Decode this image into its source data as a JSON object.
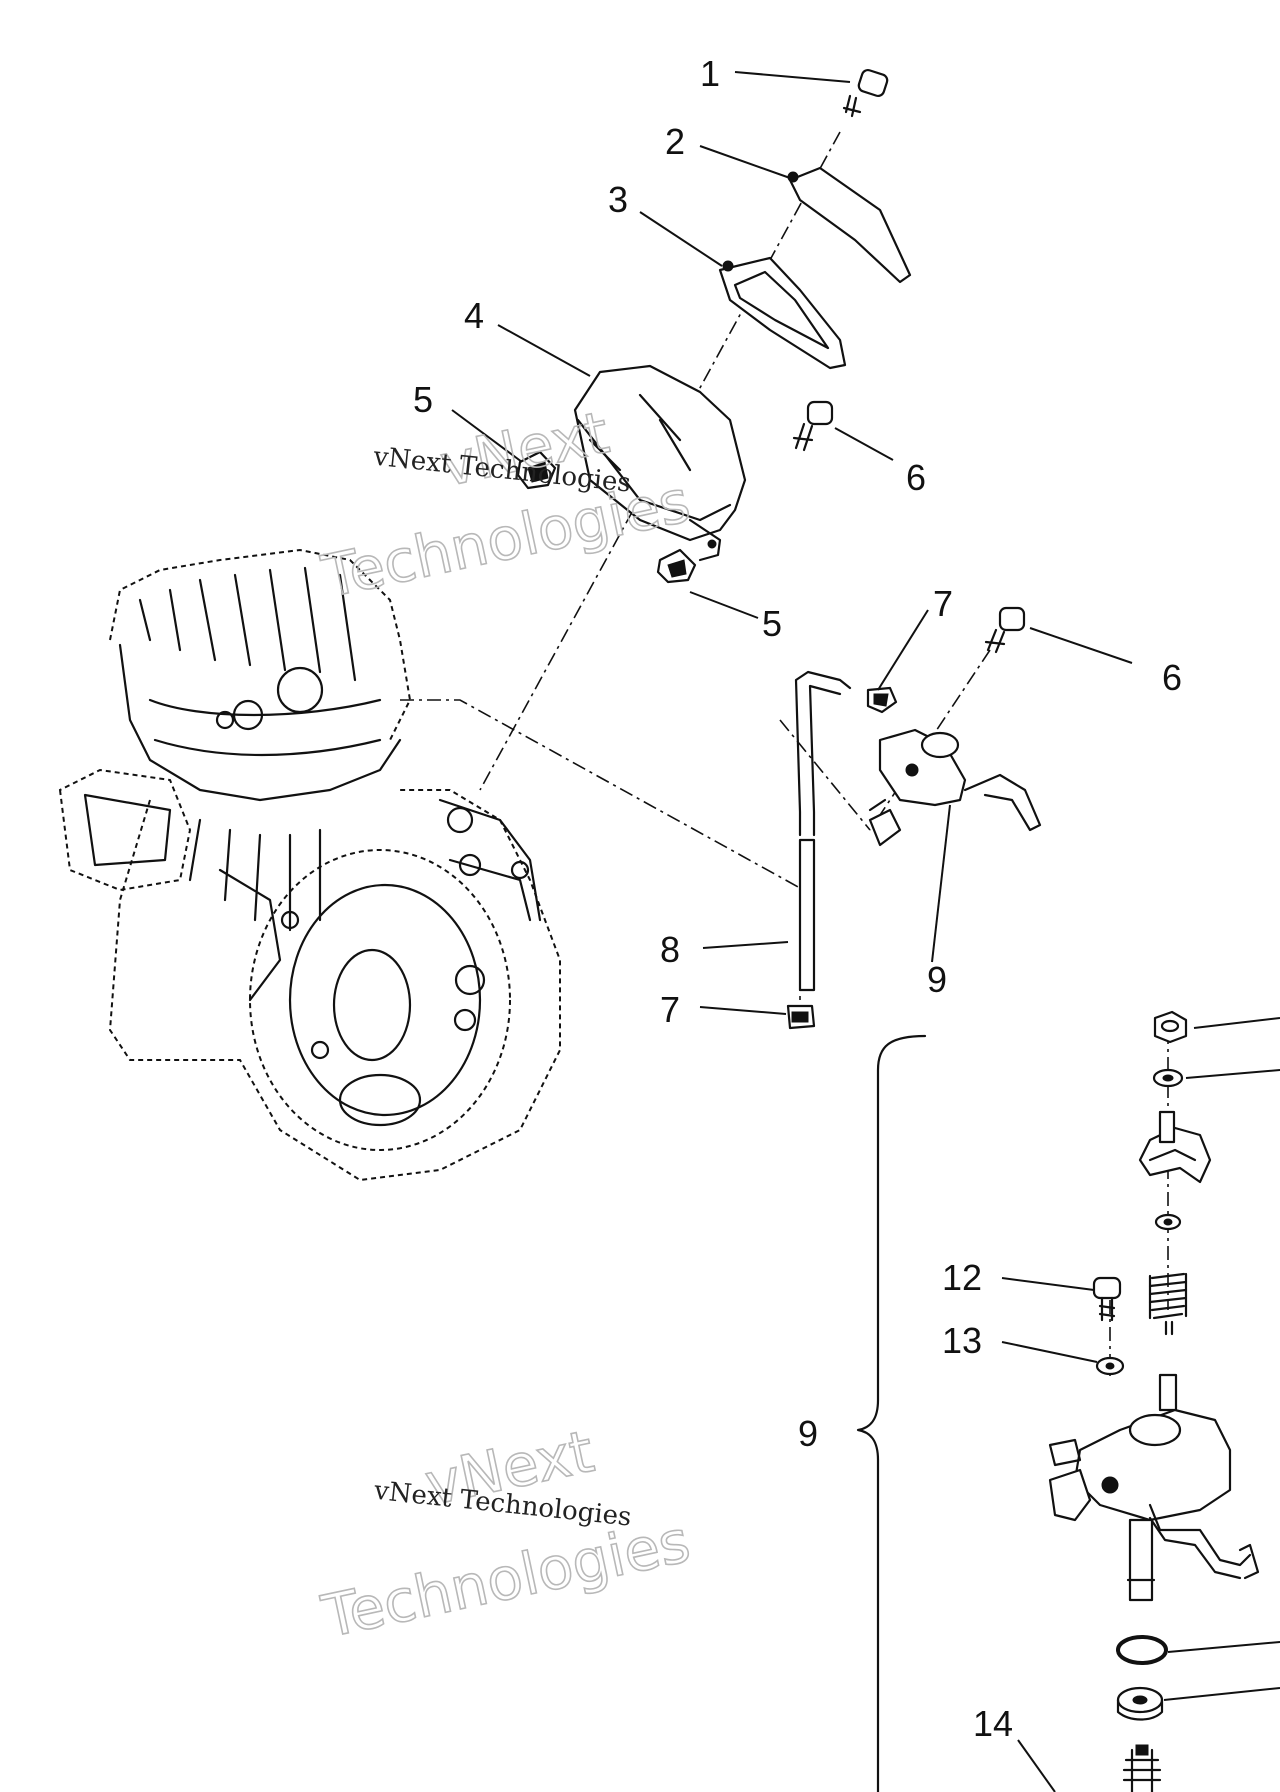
{
  "callouts": [
    {
      "id": "c1",
      "label": "1"
    },
    {
      "id": "c2",
      "label": "2"
    },
    {
      "id": "c3",
      "label": "3"
    },
    {
      "id": "c4",
      "label": "4"
    },
    {
      "id": "c5a",
      "label": "5"
    },
    {
      "id": "c6a",
      "label": "6"
    },
    {
      "id": "c5b",
      "label": "5"
    },
    {
      "id": "c7a",
      "label": "7"
    },
    {
      "id": "c6b",
      "label": "6"
    },
    {
      "id": "c8",
      "label": "8"
    },
    {
      "id": "c9a",
      "label": "9"
    },
    {
      "id": "c7b",
      "label": "7"
    },
    {
      "id": "c12",
      "label": "12"
    },
    {
      "id": "c13",
      "label": "13"
    },
    {
      "id": "c9b",
      "label": "9"
    },
    {
      "id": "c14",
      "label": "14"
    }
  ],
  "watermarks": {
    "top_small": "vNext Technologies",
    "top_big_1": "vNext",
    "top_big_2": "Technologies",
    "bottom_small": "vNext Technologies",
    "bottom_big_1": "vNext",
    "bottom_big_2": "Technologies"
  }
}
